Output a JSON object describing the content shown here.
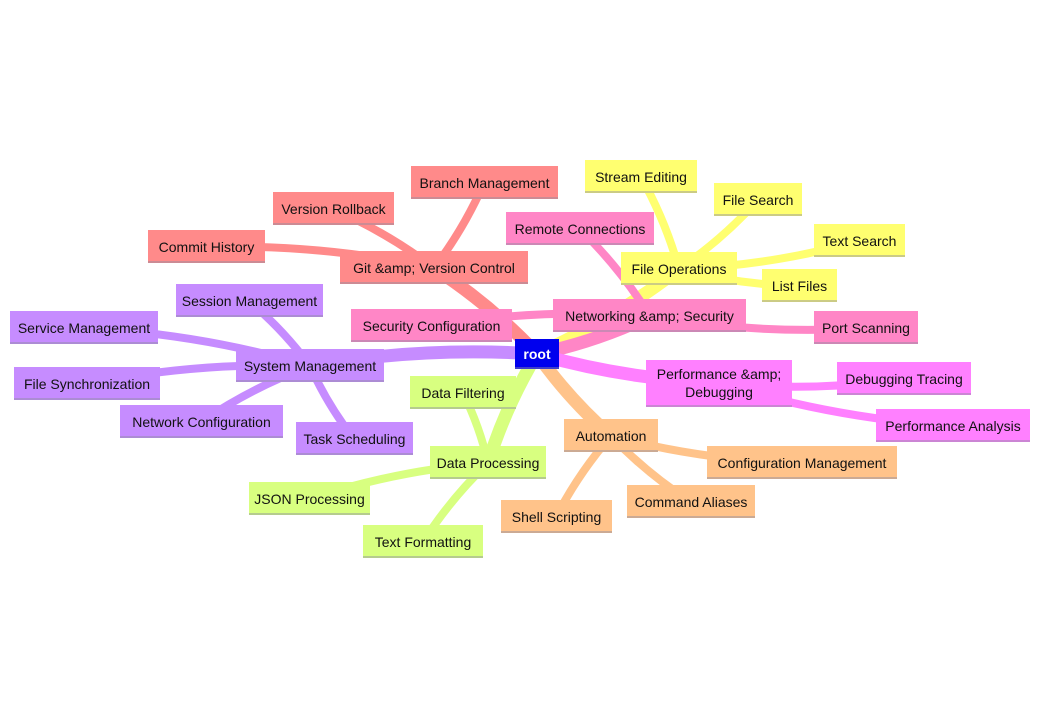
{
  "colors": {
    "root": "#0000ee",
    "git": "#ff8a8a",
    "files": "#ffff70",
    "net": "#ff86c6",
    "perf": "#ff80ff",
    "auto": "#ffc38a",
    "data": "#d8ff80",
    "sys": "#c68cff"
  },
  "nodes": {
    "root": "root",
    "git": "Git &amp; Version Control",
    "git_branch": "Branch Management",
    "git_rollback": "Version Rollback",
    "git_history": "Commit History",
    "files": "File Operations",
    "files_stream": "Stream Editing",
    "files_search": "File Search",
    "files_text": "Text Search",
    "files_list": "List Files",
    "net": "Networking &amp; Security",
    "net_remote": "Remote Connections",
    "net_security": "Security Configuration",
    "net_port": "Port Scanning",
    "perf": "Performance &amp; Debugging",
    "perf_tracing": "Debugging Tracing",
    "perf_analysis": "Performance Analysis",
    "auto": "Automation",
    "auto_config": "Configuration Management",
    "auto_aliases": "Command Aliases",
    "auto_shell": "Shell Scripting",
    "data": "Data Processing",
    "data_filter": "Data Filtering",
    "data_json": "JSON Processing",
    "data_text": "Text Formatting",
    "sys": "System Management",
    "sys_session": "Session Management",
    "sys_service": "Service Management",
    "sys_filesync": "File Synchronization",
    "sys_netconf": "Network Configuration",
    "sys_task": "Task Scheduling"
  }
}
